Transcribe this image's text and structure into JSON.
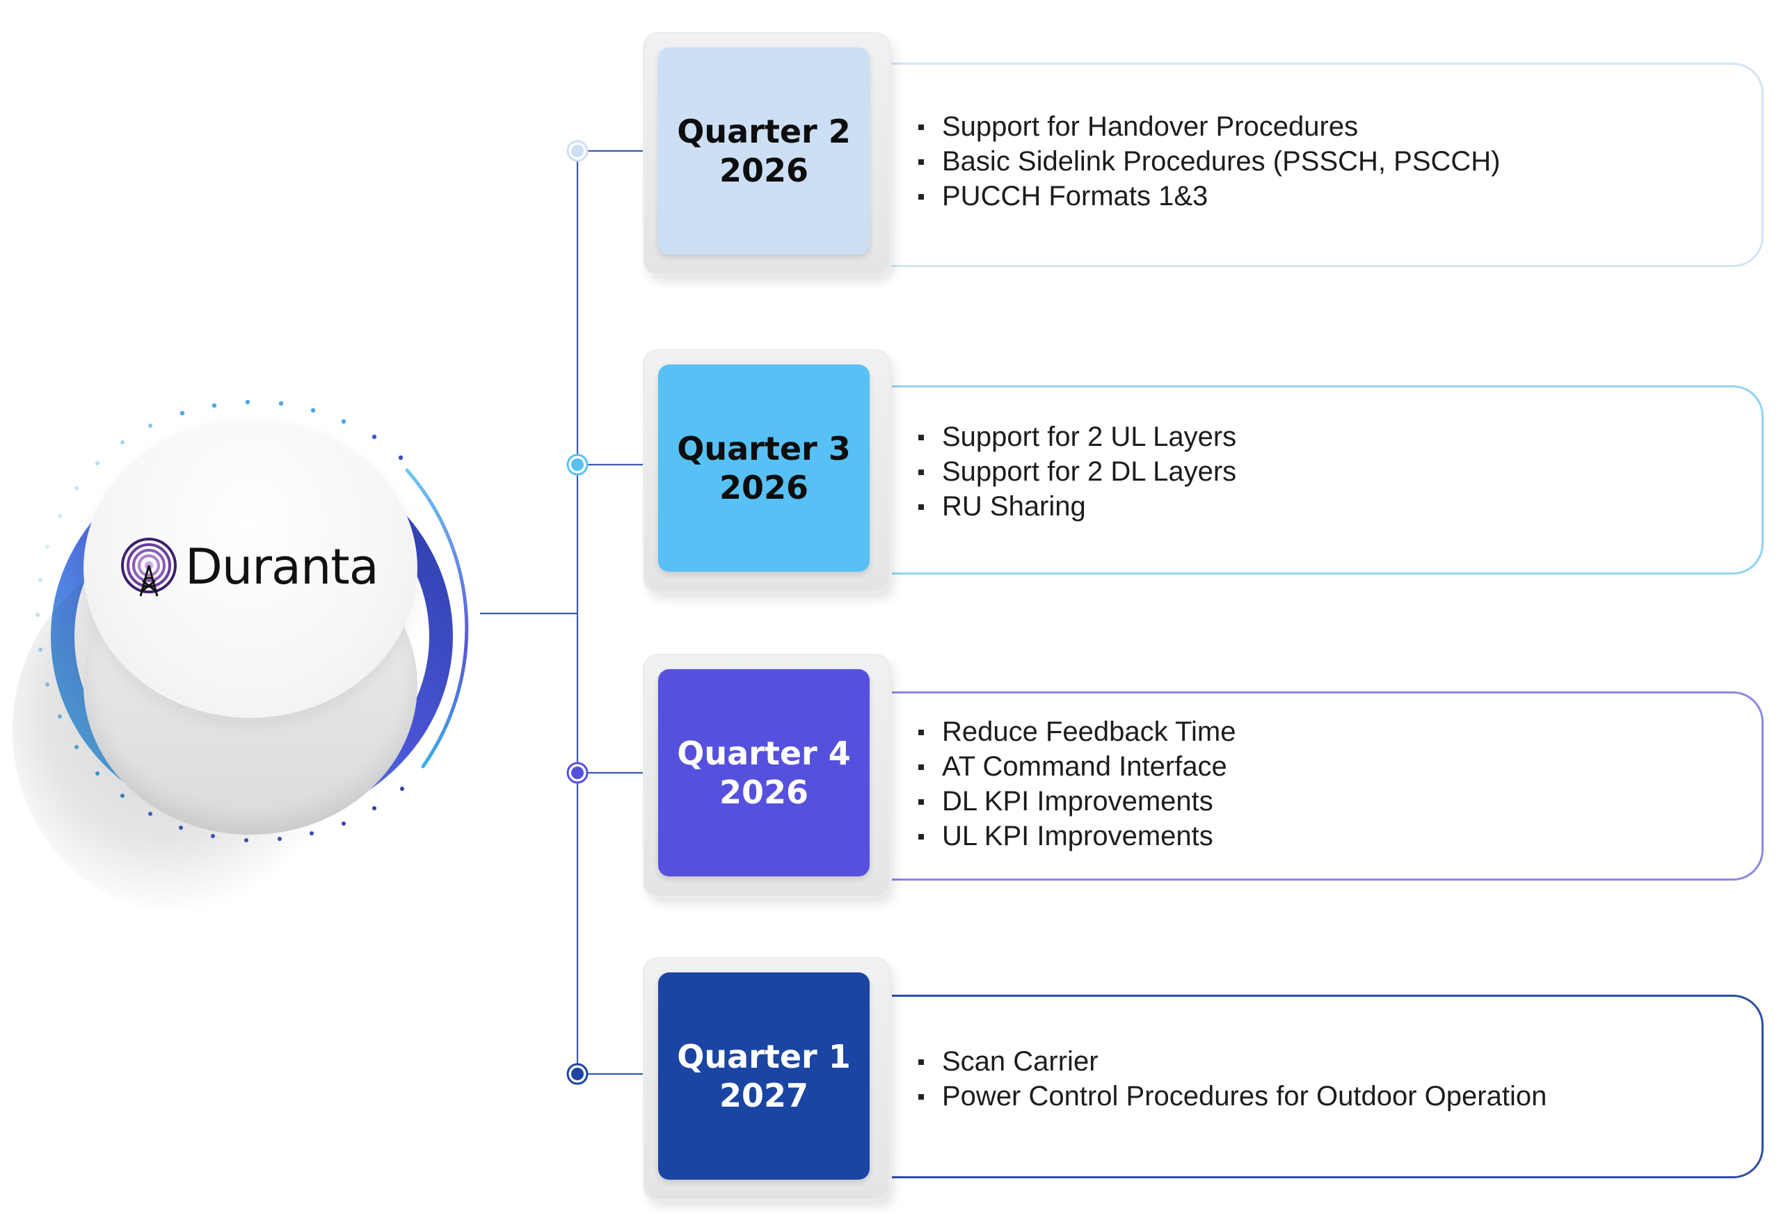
{
  "brand": {
    "name": "Duranta",
    "logo_color": "#5b2a86"
  },
  "roadmap": [
    {
      "quarter": "Quarter 2",
      "year": "2026",
      "color": "#ccdff4",
      "text_color": "#0d0d0d",
      "card_border": "#d2e3f5",
      "items": [
        "Support for Handover Procedures",
        "Basic Sidelink Procedures (PSSCH, PSCCH)",
        "PUCCH Formats 1&3"
      ]
    },
    {
      "quarter": "Quarter 3",
      "year": "2026",
      "color": "#57c0f5",
      "text_color": "#0d0d0d",
      "card_border": "#8fd3f3",
      "items": [
        "Support for 2 UL Layers",
        "Support for 2 DL Layers",
        "RU Sharing"
      ]
    },
    {
      "quarter": "Quarter 4",
      "year": "2026",
      "color": "#5551de",
      "text_color": "#ffffff",
      "card_border": "#8c88dc",
      "items": [
        "Reduce Feedback Time",
        "AT Command Interface",
        "DL KPI Improvements",
        "UL KPI Improvements"
      ]
    },
    {
      "quarter": "Quarter 1",
      "year": "2027",
      "color": "#1b45a3",
      "text_color": "#ffffff",
      "card_border": "#2a4ea3",
      "items": [
        "Scan Carrier",
        "Power Control Procedures for Outdoor Operation"
      ]
    }
  ],
  "colors": {
    "connector": "#3b5ba8",
    "ring_start": "#4fb6ea",
    "ring_end": "#2a3fa8"
  }
}
